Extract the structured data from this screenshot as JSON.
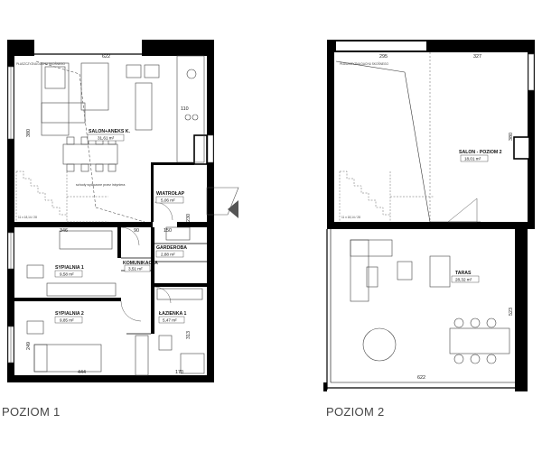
{
  "level1": {
    "caption": "POZIOM 1",
    "rooms": {
      "salon": {
        "name": "SALON+ANEKS K.",
        "area": "31,61 m²"
      },
      "wiatrolap": {
        "name": "WIATROŁAP",
        "area": "5,06 m²"
      },
      "garderoba": {
        "name": "GARDEROBA",
        "area": "2,88 m²"
      },
      "komunikacja": {
        "name": "KOMUNIKACJA",
        "area": "3,51 m²"
      },
      "sypialnia1": {
        "name": "SYPIALNIA 1",
        "area": "9,58 m²"
      },
      "sypialnia2": {
        "name": "SYPIALNIA 2",
        "area": "9,85 m²"
      },
      "lazienka": {
        "name": "ŁAZIENKA 1",
        "area": "5,47 m²"
      }
    },
    "dims": {
      "top_width": "622",
      "salon_height": "380",
      "entry_width": "110",
      "bed1_width": "346",
      "hall_width": "90",
      "closet_width": "150",
      "bed2_height": "249",
      "bed2_width": "444",
      "bath_width": "170",
      "bath_height": "313",
      "wiatrolap_height": "230"
    },
    "notes": {
      "stairs": "schody wyłączone przez inżyniera",
      "roof_note": "PŁASZCZYZNA DACHU SKOŚNEGO",
      "stair_label": "11 x 18,14 / 28"
    }
  },
  "level2": {
    "caption": "POZIOM 2",
    "rooms": {
      "salon2": {
        "name": "SALON - POZIOM 2",
        "area": "18,01 m²"
      },
      "taras": {
        "name": "TARAS",
        "area": "28,32 m²"
      }
    },
    "dims": {
      "left_width": "295",
      "right_width": "327",
      "salon_height": "380",
      "taras_height": "523",
      "bottom_width": "622"
    },
    "notes": {
      "roof_note": "PŁASZCZYZNA DACHU SKOŚNEGO",
      "stair_label": "11 x 18,14 / 28"
    }
  }
}
